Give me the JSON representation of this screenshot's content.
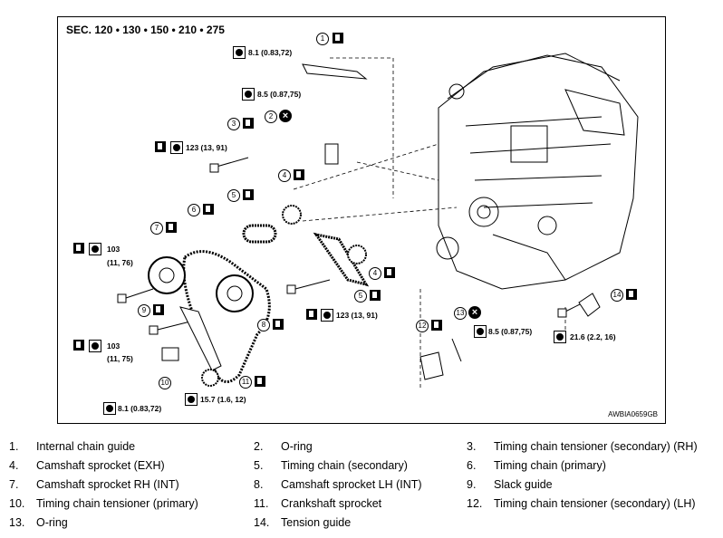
{
  "figure": {
    "section": "SEC. 120 • 130 • 150 • 210 • 275",
    "figure_id": "AWBIA0659GB",
    "torques": {
      "t1": "8.1 (0.83,72)",
      "t2": "8.5 (0.87,75)",
      "t3": "123 (13, 91)",
      "t4a": "103",
      "t4b": "(11, 76)",
      "t5a": "103",
      "t5b": "(11, 75)",
      "t6": "123 (13, 91)",
      "t7": "8.5 (0.87,75)",
      "t8": "21.6 (2.2, 16)",
      "t9": "8.1 (0.83,72)",
      "t10": "15.7 (1.6, 12)"
    },
    "callouts": [
      "1",
      "2",
      "3",
      "4",
      "5",
      "6",
      "7",
      "8",
      "9",
      "10",
      "11",
      "12",
      "13",
      "14",
      "4",
      "5"
    ]
  },
  "legend": [
    {
      "num": "1.",
      "label": "Internal chain guide"
    },
    {
      "num": "2.",
      "label": "O-ring"
    },
    {
      "num": "3.",
      "label": "Timing chain tensioner (secondary) (RH)"
    },
    {
      "num": "4.",
      "label": "Camshaft sprocket (EXH)"
    },
    {
      "num": "5.",
      "label": "Timing chain (secondary)"
    },
    {
      "num": "6.",
      "label": "Timing chain (primary)"
    },
    {
      "num": "7.",
      "label": "Camshaft sprocket RH (INT)"
    },
    {
      "num": "8.",
      "label": "Camshaft sprocket LH (INT)"
    },
    {
      "num": "9.",
      "label": "Slack guide"
    },
    {
      "num": "10.",
      "label": "Timing chain tensioner (primary)"
    },
    {
      "num": "11.",
      "label": "Crankshaft sprocket"
    },
    {
      "num": "12.",
      "label": "Timing chain tensioner (secondary) (LH)"
    },
    {
      "num": "13.",
      "label": "O-ring"
    },
    {
      "num": "14.",
      "label": "Tension guide"
    }
  ]
}
